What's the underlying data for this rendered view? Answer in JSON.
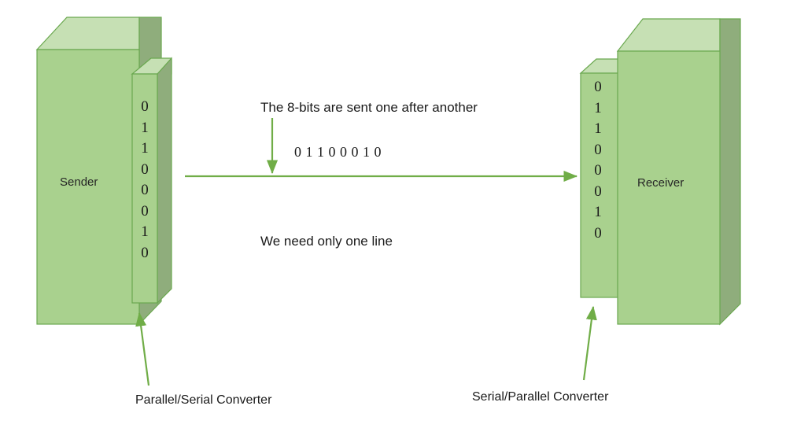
{
  "diagram": {
    "title_text": "",
    "colors": {
      "face_front": "#a9d18e",
      "face_top": "#c6e0b4",
      "face_side": "#8fad7c",
      "outline": "#6aa84f",
      "arrow_green": "#70ad47",
      "line_green": "#70ad47",
      "text": "#1a1a1a",
      "background": "#ffffff"
    },
    "sender": {
      "label": "Sender",
      "register_bits": [
        "0",
        "1",
        "1",
        "0",
        "0",
        "0",
        "1",
        "0"
      ],
      "converter_label": "Parallel/Serial Converter"
    },
    "receiver": {
      "label": "Receiver",
      "register_bits": [
        "0",
        "1",
        "1",
        "0",
        "0",
        "0",
        "1",
        "0"
      ],
      "converter_label": "Serial/Parallel Converter"
    },
    "annotations": {
      "bits_note": "The 8-bits are sent one after another",
      "serial_stream": "0  1  1  0  0  0  1  0",
      "line_note": "We need only one line"
    }
  }
}
